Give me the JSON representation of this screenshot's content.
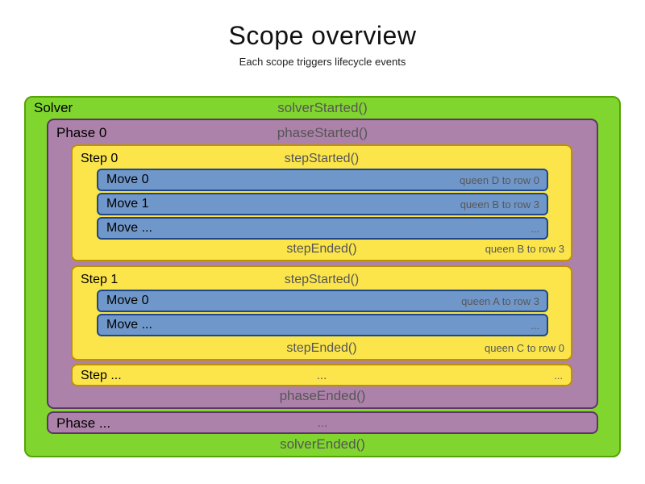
{
  "title": "Scope overview",
  "subtitle": "Each scope triggers lifecycle events",
  "colors": {
    "solver_fill": "#80d62e",
    "solver_border": "#54a406",
    "phase_fill": "#ad82aa",
    "phase_border": "#5c3566",
    "step_fill": "#fbe54b",
    "step_border": "#bf9000",
    "move_fill": "#7097ca",
    "move_border": "#1f4788",
    "secondary_text": "#575757"
  },
  "solver": {
    "label": "Solver",
    "started": "solverStarted()",
    "ended": "solverEnded()",
    "phases": [
      {
        "label": "Phase 0",
        "started": "phaseStarted()",
        "ended": "phaseEnded()",
        "steps": [
          {
            "label": "Step 0",
            "started": "stepStarted()",
            "ended": "stepEnded()",
            "ended_detail": "queen B to row 3",
            "moves": [
              {
                "label": "Move 0",
                "detail": "queen D to row 0"
              },
              {
                "label": "Move 1",
                "detail": "queen B to row 3"
              },
              {
                "label": "Move ...",
                "detail": "..."
              }
            ]
          },
          {
            "label": "Step 1",
            "started": "stepStarted()",
            "ended": "stepEnded()",
            "ended_detail": "queen C to row 0",
            "moves": [
              {
                "label": "Move 0",
                "detail": "queen A to row 3"
              },
              {
                "label": "Move ...",
                "detail": "..."
              }
            ]
          },
          {
            "label": "Step ...",
            "center": "...",
            "right": "..."
          }
        ]
      },
      {
        "label": "Phase ...",
        "center": "..."
      }
    ]
  }
}
